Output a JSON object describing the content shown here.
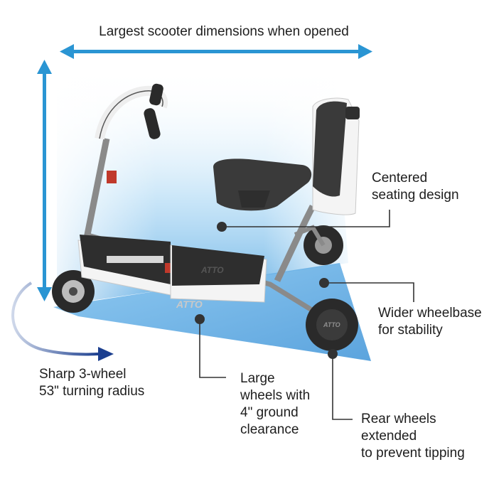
{
  "header": {
    "title": "Largest scooter dimensions when opened"
  },
  "callouts": {
    "centered_seating": [
      "Centered",
      "seating design"
    ],
    "wider_wheelbase": [
      "Wider wheelbase",
      "for stability"
    ],
    "turning_radius": [
      "Sharp 3-wheel",
      "53\" turning radius"
    ],
    "large_wheels": [
      "Large",
      "wheels with",
      "4\" ground",
      "clearance"
    ],
    "rear_wheels": [
      "Rear wheels",
      "extended",
      "to prevent tipping"
    ]
  },
  "scooter": {
    "brand": "ATTO"
  },
  "icons": [
    "double-arrow-horizontal-icon",
    "double-arrow-vertical-icon",
    "turning-arc-arrow-icon",
    "callout-dot-icon"
  ],
  "colors": {
    "arrow": "#2a95d3",
    "ground": "#5aa9e6",
    "turning_arrow": "#1c3f8f",
    "leader": "#333333"
  }
}
